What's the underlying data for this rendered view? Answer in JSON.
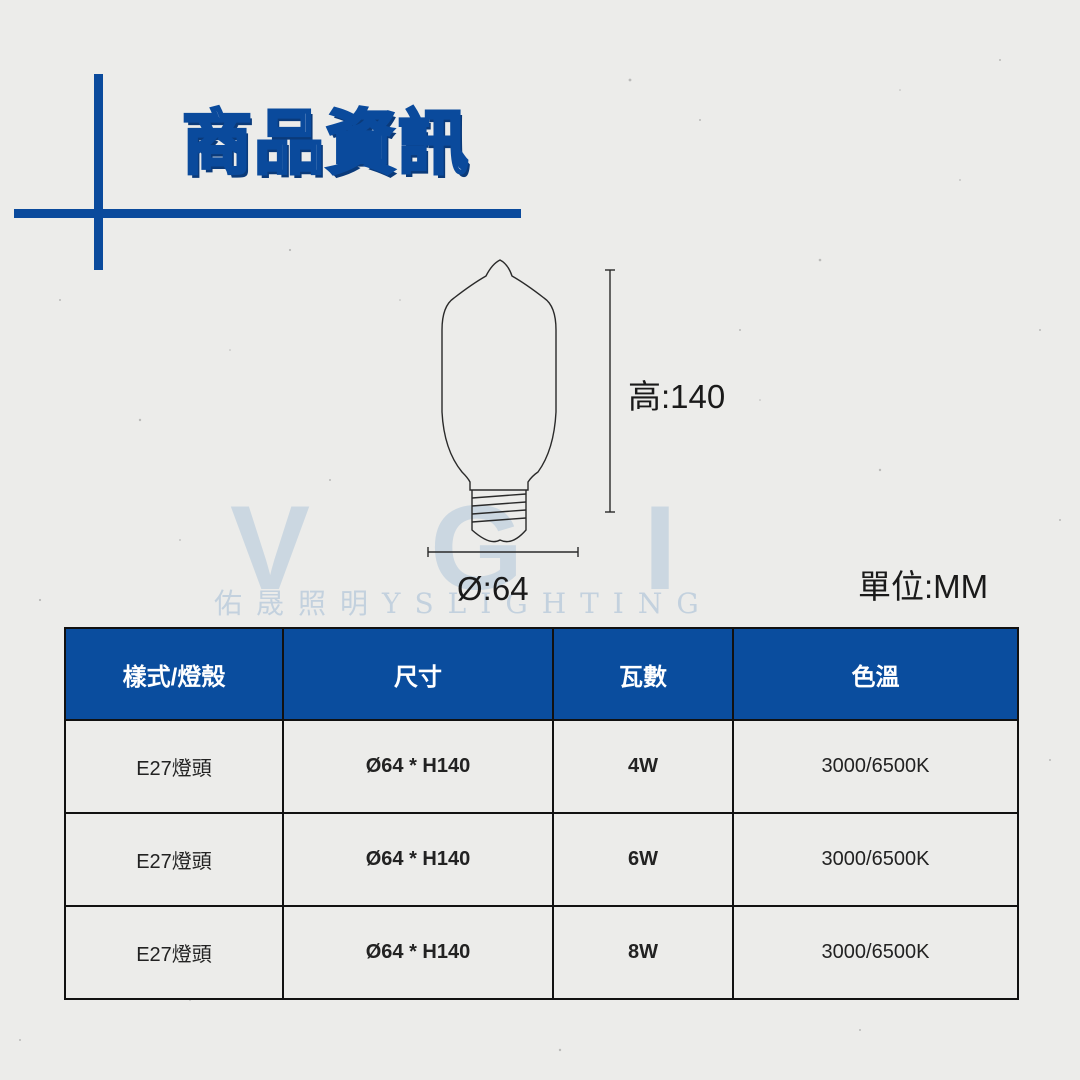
{
  "title": "商品資訊",
  "watermark": {
    "logo": "VGI",
    "brand": "佑晟照明YSLIGHTING"
  },
  "dimensions": {
    "height_label": "高:140",
    "diameter_label": "Ø:64",
    "unit_label": "單位:MM"
  },
  "table": {
    "headers": [
      "樣式/燈殼",
      "尺寸",
      "瓦數",
      "色溫"
    ],
    "rows": [
      {
        "style": "E27燈頭",
        "size": "Ø64 * H140",
        "watt": "4W",
        "temp": "3000/6500K"
      },
      {
        "style": "E27燈頭",
        "size": "Ø64 * H140",
        "watt": "6W",
        "temp": "3000/6500K"
      },
      {
        "style": "E27燈頭",
        "size": "Ø64 * H140",
        "watt": "8W",
        "temp": "3000/6500K"
      }
    ]
  },
  "colors": {
    "accent": "#0a4a9c",
    "header_bg": "#0a4d9e",
    "background": "#ececea"
  }
}
